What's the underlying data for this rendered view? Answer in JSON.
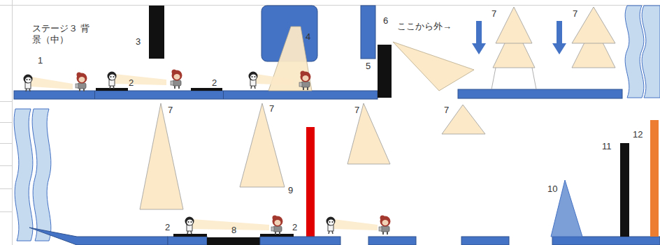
{
  "diagram": {
    "title": "ステージ３ 背景（中）",
    "labels": [
      "1",
      "2",
      "3",
      "2",
      "4",
      "5",
      "6",
      "ここから外→",
      "7",
      "7",
      "7",
      "7",
      "7",
      "7",
      "9",
      "2",
      "8",
      "2",
      "10",
      "11",
      "12"
    ]
  }
}
